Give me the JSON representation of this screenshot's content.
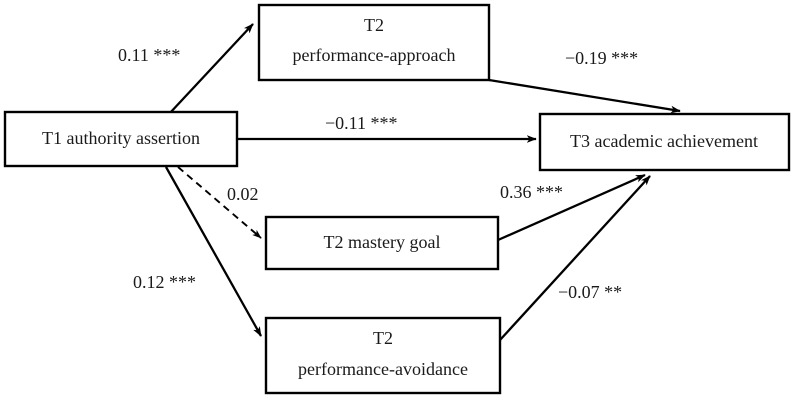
{
  "figure": {
    "type": "path-diagram",
    "background_color": "#ffffff",
    "line_color": "#000000",
    "text_color": "#1a1a1a"
  },
  "nodes": {
    "t1_authority": {
      "id": "T1-authority-assertion",
      "line1": "T1 authority assertion",
      "line2": ""
    },
    "t2_performance_approach": {
      "id": "T2-performance-approach",
      "line1": "T2",
      "line2": "performance-approach"
    },
    "t2_mastery_goal": {
      "id": "T2-mastery-goal",
      "line1": "T2 mastery goal",
      "line2": ""
    },
    "t2_performance_avoidance": {
      "id": "T2-performance-avoidance",
      "line1": "T2",
      "line2": "performance-avoidance"
    },
    "t3_academic_achievement": {
      "id": "T3-academic-achievement",
      "line1": "T3 academic achievement",
      "line2": ""
    }
  },
  "edges": {
    "t1_to_approach": {
      "label": "0.11 ***",
      "coefficient": "0.11",
      "significance": "***",
      "style": "solid",
      "from": "T1 authority assertion",
      "to": "T2 performance-approach"
    },
    "t1_to_achievement": {
      "label": "−0.11 ***",
      "coefficient": "−0.11",
      "significance": "***",
      "style": "solid",
      "from": "T1 authority assertion",
      "to": "T3 academic achievement"
    },
    "t1_to_mastery": {
      "label": "0.02",
      "coefficient": "0.02",
      "significance": "",
      "style": "dashed",
      "from": "T1 authority assertion",
      "to": "T2 mastery goal"
    },
    "t1_to_avoidance": {
      "label": "0.12 ***",
      "coefficient": "0.12",
      "significance": "***",
      "style": "solid",
      "from": "T1 authority assertion",
      "to": "T2 performance-avoidance"
    },
    "approach_to_achievement": {
      "label": "−0.19 ***",
      "coefficient": "−0.19",
      "significance": "***",
      "style": "solid",
      "from": "T2 performance-approach",
      "to": "T3 academic achievement"
    },
    "mastery_to_achievement": {
      "label": "0.36 ***",
      "coefficient": "0.36",
      "significance": "***",
      "style": "solid",
      "from": "T2 mastery goal",
      "to": "T3 academic achievement"
    },
    "avoidance_to_achievement": {
      "label": "−0.07 **",
      "coefficient": "−0.07",
      "significance": "**",
      "style": "solid",
      "from": "T2 performance-avoidance",
      "to": "T3 academic achievement"
    }
  }
}
